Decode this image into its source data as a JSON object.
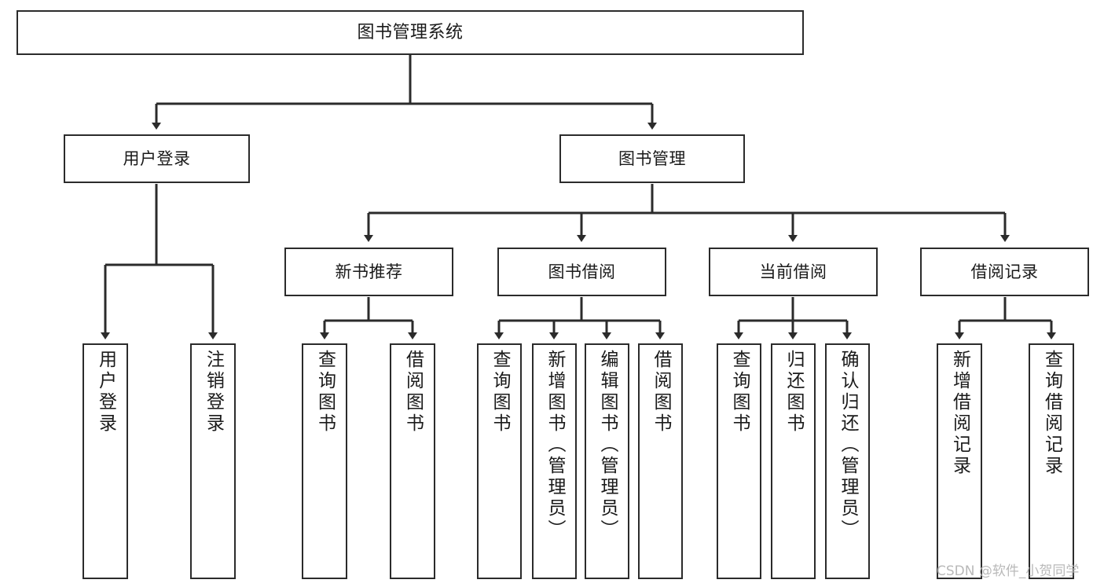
{
  "diagram": {
    "type": "hierarchy-tree",
    "title": "图书管理系统",
    "watermark": "CSDN @软件_小贺同学",
    "colors": {
      "box_border": "#2b2b2b",
      "box_fill": "#ffffff",
      "connector": "#2b2b2b",
      "text": "#1a1a1a",
      "watermark": "#b9b9b9"
    },
    "levels": {
      "root": {
        "label": "图书管理系统"
      },
      "level2": [
        {
          "label": "用户登录"
        },
        {
          "label": "图书管理"
        }
      ],
      "level3": [
        {
          "label": "新书推荐"
        },
        {
          "label": "图书借阅"
        },
        {
          "label": "当前借阅"
        },
        {
          "label": "借阅记录"
        }
      ],
      "leaves": [
        {
          "label": "用户登录",
          "parent": "用户登录"
        },
        {
          "label": "注销登录",
          "parent": "用户登录"
        },
        {
          "label": "查询图书",
          "parent": "新书推荐"
        },
        {
          "label": "借阅图书",
          "parent": "新书推荐"
        },
        {
          "label": "查询图书",
          "parent": "图书借阅"
        },
        {
          "label": "新增图书（管理员）",
          "parent": "图书借阅"
        },
        {
          "label": "编辑图书（管理员）",
          "parent": "图书借阅"
        },
        {
          "label": "借阅图书",
          "parent": "图书借阅"
        },
        {
          "label": "查询图书",
          "parent": "当前借阅"
        },
        {
          "label": "归还图书",
          "parent": "当前借阅"
        },
        {
          "label": "确认归还（管理员）",
          "parent": "当前借阅"
        },
        {
          "label": "新增借阅记录",
          "parent": "借阅记录"
        },
        {
          "label": "查询借阅记录",
          "parent": "借阅记录"
        }
      ]
    }
  }
}
